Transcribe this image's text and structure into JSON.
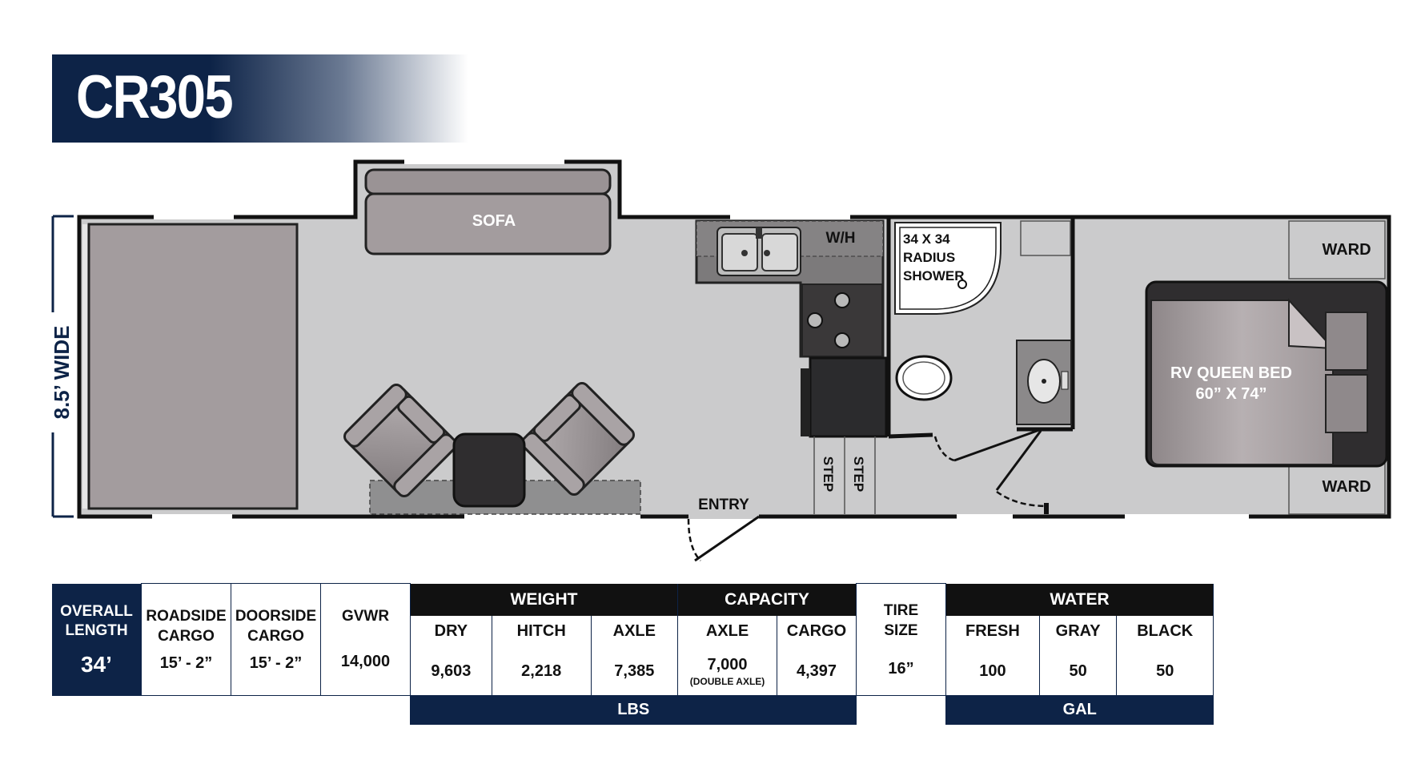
{
  "model": "CR305",
  "floorplan": {
    "width_label": "8.5’ WIDE",
    "labels": {
      "sofa": "SOFA",
      "water_heater": "W/H",
      "shower_line1": "34 X 34",
      "shower_line2": "RADIUS",
      "shower_line3": "SHOWER",
      "wardrobe_top": "WARD",
      "wardrobe_bottom": "WARD",
      "bed_line1": "RV QUEEN BED",
      "bed_line2": "60” X 74”",
      "step1": "STEP",
      "step2": "STEP",
      "entry": "ENTRY"
    }
  },
  "specs": {
    "overall_length_line1": "OVERALL",
    "overall_length_line2": "LENGTH",
    "overall_length_value": "34’",
    "roadside_label_line1": "ROADSIDE",
    "roadside_label_line2": "CARGO",
    "roadside_value": "15’ - 2”",
    "doorside_label_line1": "DOORSIDE",
    "doorside_label_line2": "CARGO",
    "doorside_value": "15’ - 2”",
    "gvwr_label": "GVWR",
    "gvwr_value": "14,000",
    "weight_header": "WEIGHT",
    "dry_label": "DRY",
    "dry_value": "9,603",
    "hitch_label": "HITCH",
    "hitch_value": "2,218",
    "axle_label": "AXLE",
    "axle_value": "7,385",
    "capacity_header": "CAPACITY",
    "cap_axle_label": "AXLE",
    "cap_axle_value": "7,000",
    "cap_axle_note": "(DOUBLE AXLE)",
    "cargo_label": "CARGO",
    "cargo_value": "4,397",
    "tire_label_line1": "TIRE",
    "tire_label_line2": "SIZE",
    "tire_value": "16”",
    "water_header": "WATER",
    "fresh_label": "FRESH",
    "fresh_value": "100",
    "gray_label": "GRAY",
    "gray_value": "50",
    "black_label": "BLACK",
    "black_value": "50",
    "lbs_unit": "LBS",
    "gal_unit": "GAL"
  },
  "colors": {
    "navy": "#0d2347",
    "floor": "#cbcbcc",
    "furniture": "#a09a9c",
    "dark": "#2b2b2d"
  }
}
